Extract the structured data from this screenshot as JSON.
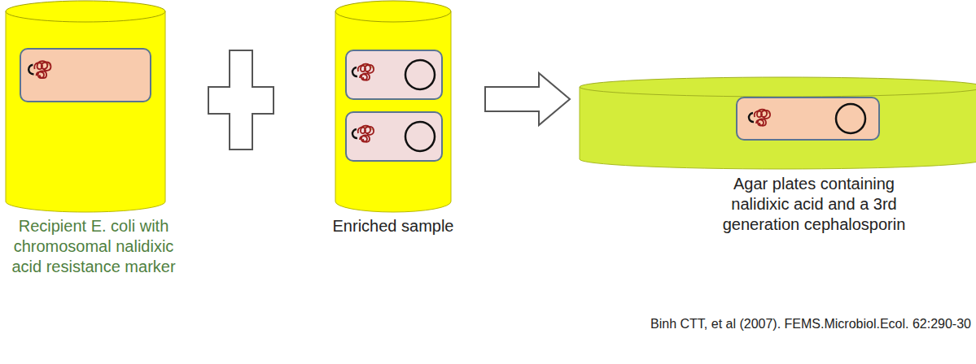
{
  "diagram": {
    "nodes": [
      {
        "text": [
          "Recipient E. coli with chromosomal nalidixic acid resistance marker"
        ]
      },
      {
        "text": [
          "Enriched sample"
        ]
      },
      {
        "text": [
          "Agar plates containing nalidixic acid and a 3rd generation cephalosporin"
        ]
      }
    ],
    "edges": [
      {
        "from": 1,
        "to": 2,
        "arrow": "to"
      }
    ],
    "labels": [
      "Binh CTT, et al (2007). FEMS.Microbiol.Ecol. 62:290-30"
    ]
  }
}
